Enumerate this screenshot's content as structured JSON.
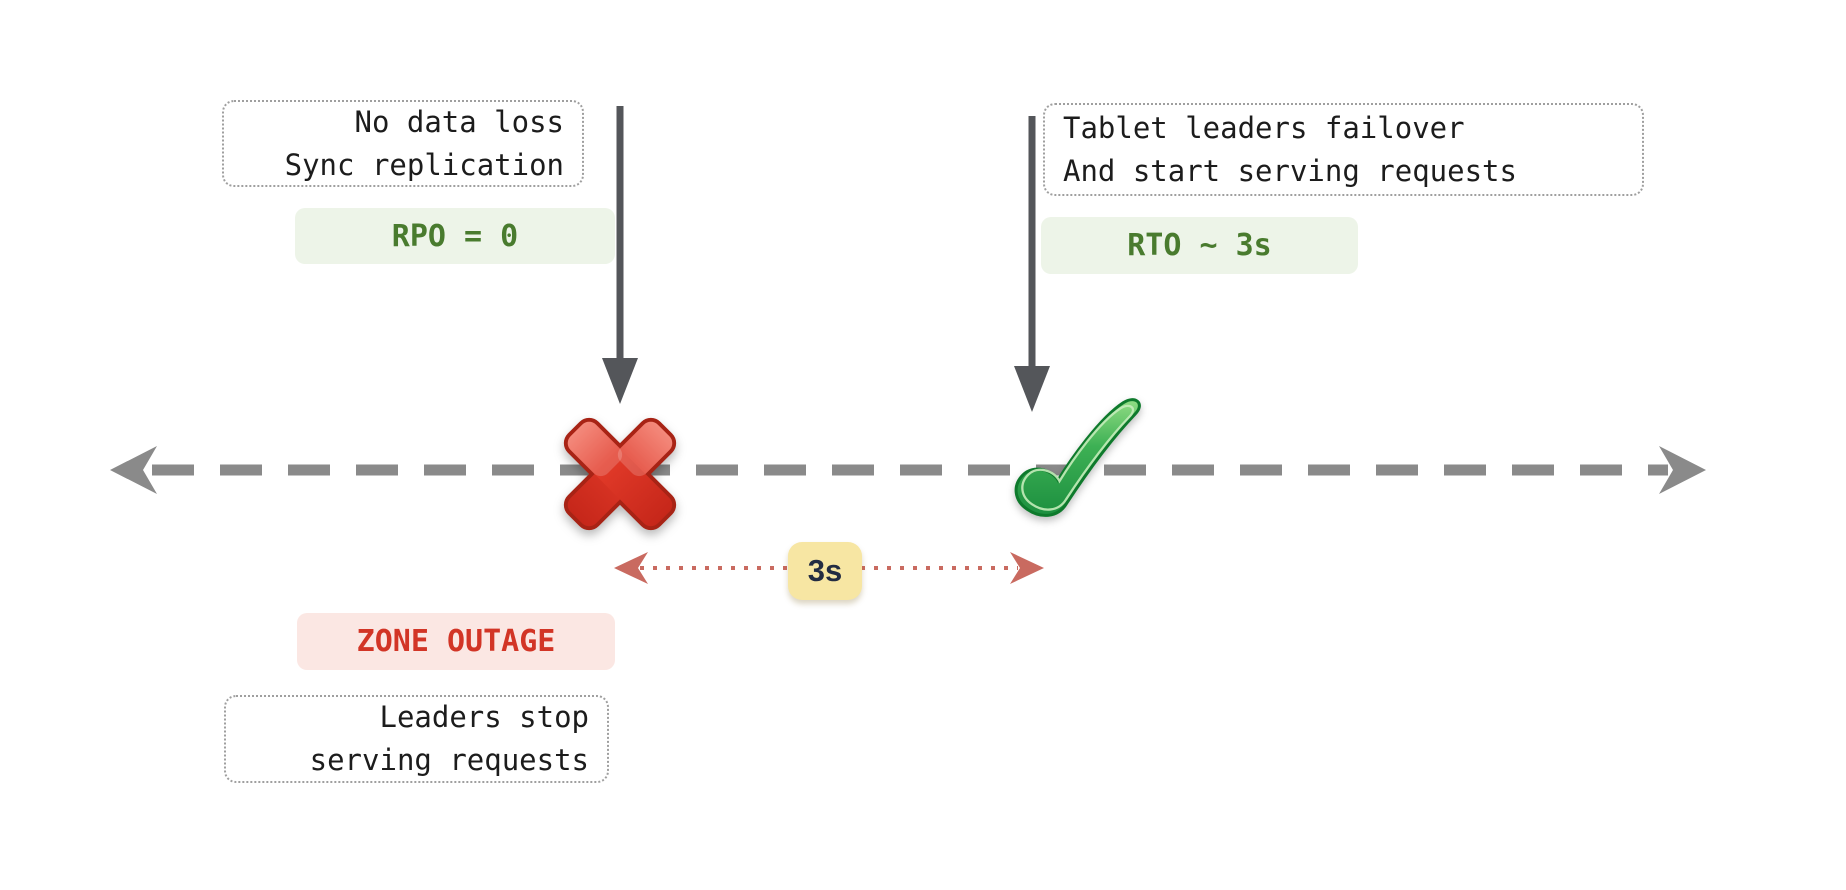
{
  "colors": {
    "background": "#ffffff",
    "timeline": "#8a8a8a",
    "event_arrow": "#54565a",
    "note_border": "#9f9f9f",
    "note_text": "#1c1c1c",
    "metric_badge_bg": "#edf4e8",
    "metric_badge_text": "#497b2e",
    "outage_badge_bg": "#fbe7e3",
    "outage_badge_text": "#d23526",
    "duration_badge_bg": "#f7e6a3",
    "duration_badge_text": "#232c42",
    "duration_arrow": "#c96a60",
    "cross_mark_red": "#e0301f",
    "check_mark_green": "#2ba24a"
  },
  "outage_event": {
    "note_line1": "No data loss",
    "note_line2": "Sync replication",
    "metric_badge": "RPO = 0",
    "zone_badge": "ZONE OUTAGE",
    "bottom_note_line1": "Leaders stop",
    "bottom_note_line2": "serving requests"
  },
  "recovery_event": {
    "note_line1": "Tablet leaders failover",
    "note_line2": "And start serving requests",
    "metric_badge": "RTO ~ 3s"
  },
  "duration_badge": "3s",
  "icons": {
    "cross_mark": "❌",
    "check_mark": "✔",
    "timeline_arrows": "↔",
    "event_arrows": "↓"
  }
}
